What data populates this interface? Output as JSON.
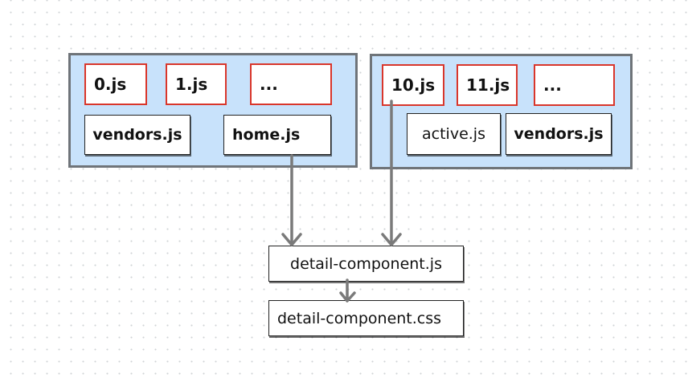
{
  "groups": {
    "left": {
      "chunks": [
        "0.js",
        "1.js",
        "..."
      ],
      "files": [
        "vendors.js",
        "home.js"
      ]
    },
    "right": {
      "chunks": [
        "10.js",
        "11.js",
        "..."
      ],
      "files": [
        "active.js",
        "vendors.js"
      ]
    }
  },
  "outputs": [
    "detail-component.js",
    "detail-component.css"
  ],
  "colors": {
    "group_fill": "#c8e2fb",
    "group_border": "#6f7479",
    "chunk_border": "#d9362b",
    "arrow": "#7a7a7a"
  }
}
